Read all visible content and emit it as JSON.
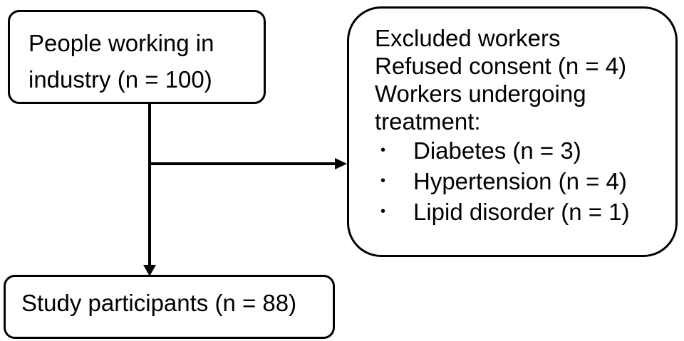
{
  "nodes": {
    "population": {
      "line1": "People working in",
      "line2": "industry (n = 100)"
    },
    "excluded": {
      "heading": "Excluded workers",
      "refused": "Refused consent (n = 4)",
      "treatment_line1": "Workers undergoing",
      "treatment_line2": "treatment:",
      "bullet_symbol": "•",
      "conditions": [
        "Diabetes (n = 3)",
        "Hypertension (n = 4)",
        "Lipid disorder (n = 1)"
      ]
    },
    "participants": {
      "label": "Study participants (n = 88)"
    }
  },
  "colors": {
    "stroke": "#000000",
    "background": "#ffffff"
  }
}
